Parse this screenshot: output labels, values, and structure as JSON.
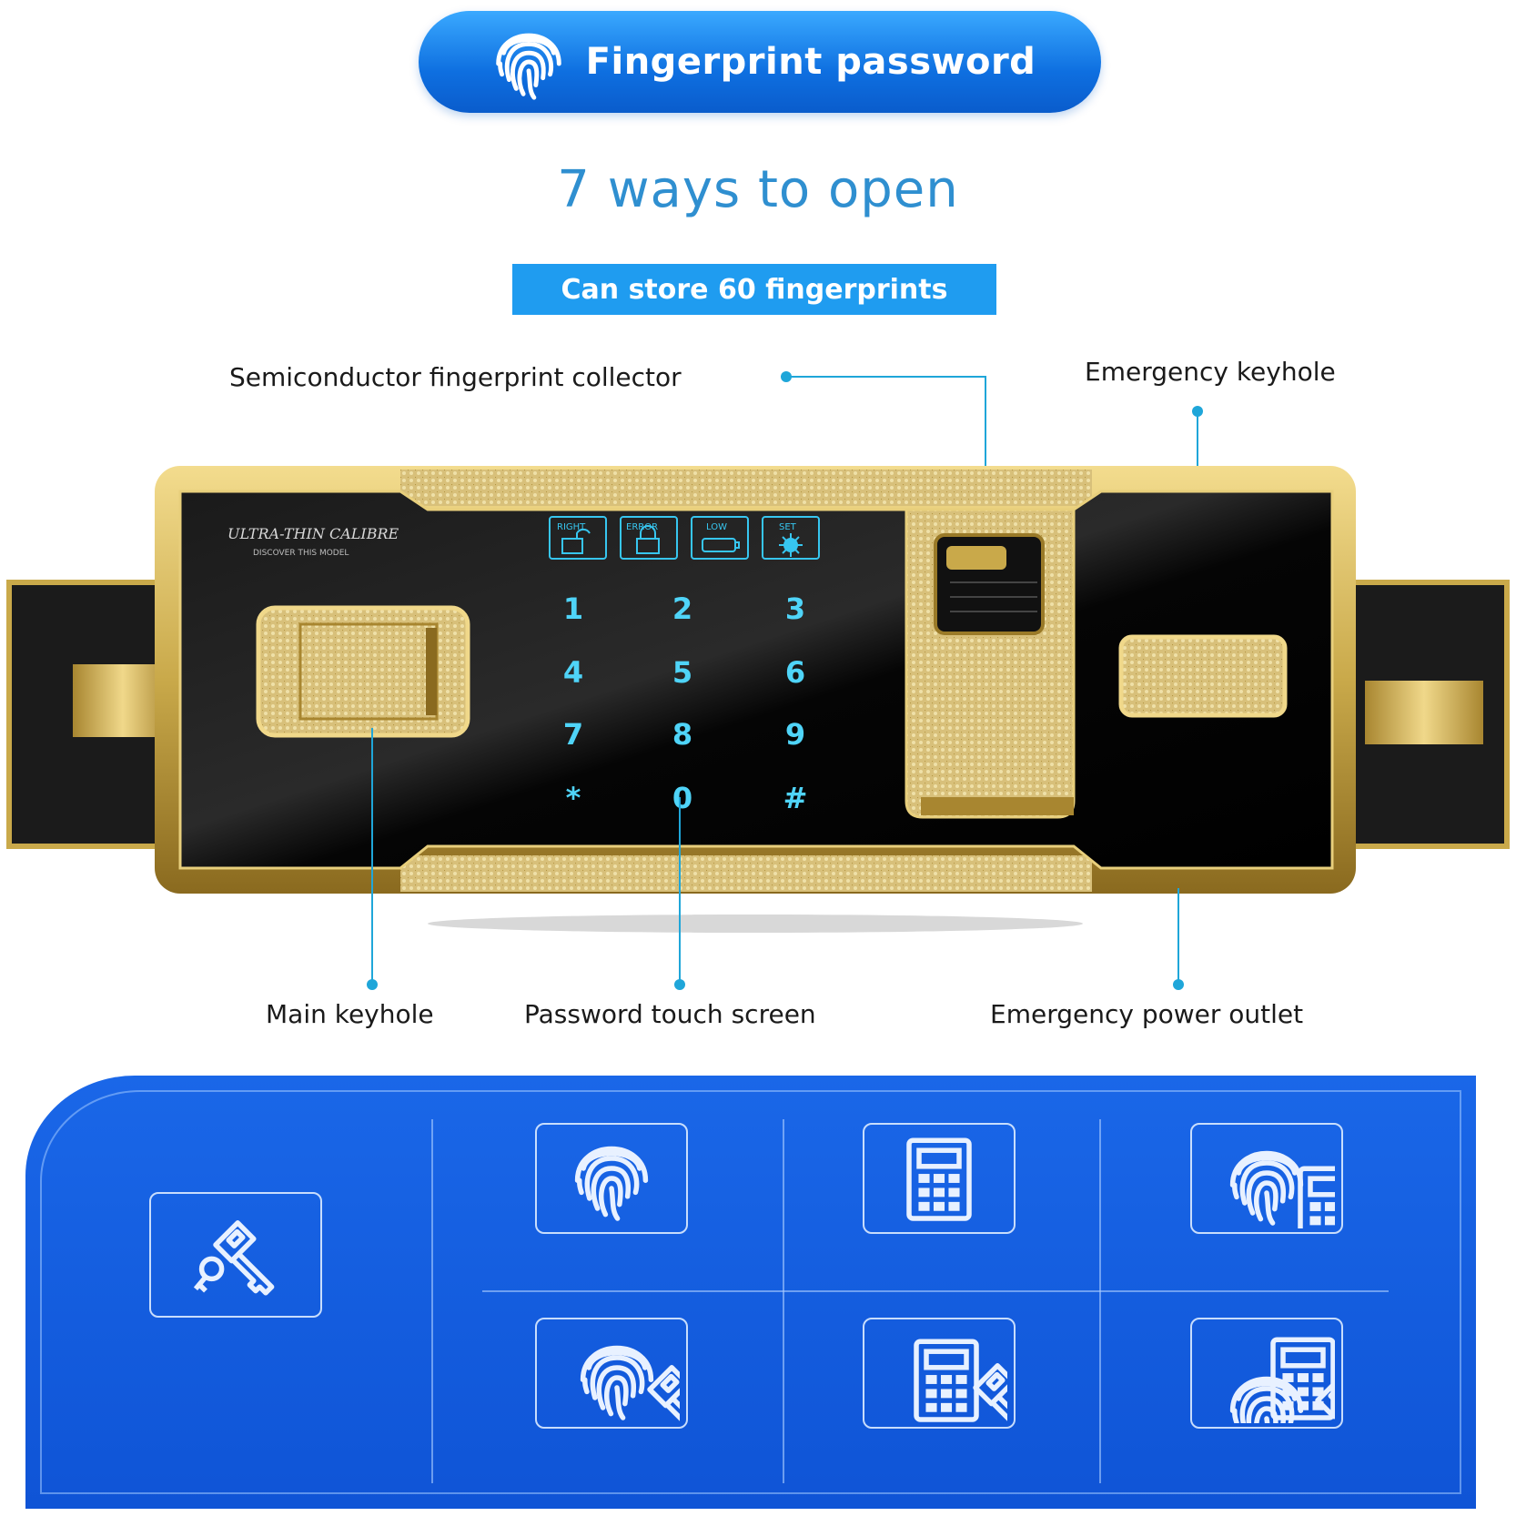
{
  "header": {
    "title": "Fingerprint password",
    "icon": "fingerprint-icon"
  },
  "subtitle": "7 ways to open",
  "capacity": "Can store 60 fingerprints",
  "device": {
    "brand": "ULTRA-THIN CALIBRE",
    "tagline": "DISCOVER THIS MODEL",
    "status_icons": [
      {
        "label": "RIGHT",
        "icon": "unlocked-icon"
      },
      {
        "label": "ERROR",
        "icon": "locked-icon"
      },
      {
        "label": "LOW",
        "icon": "battery-icon"
      },
      {
        "label": "SET",
        "icon": "settings-icon"
      }
    ],
    "keys": [
      "1",
      "2",
      "3",
      "4",
      "5",
      "6",
      "7",
      "8",
      "9",
      "*",
      "0",
      "#"
    ],
    "colors": {
      "gold": "#c9a94a",
      "panel": "#0b0b0b",
      "glow": "#37c6f0"
    }
  },
  "callouts": {
    "fingerprint_collector": "Semiconductor fingerprint collector",
    "emergency_keyhole": "Emergency keyhole",
    "main_keyhole": "Main keyhole",
    "touch_screen": "Password touch screen",
    "power_outlet": "Emergency power outlet"
  },
  "methods": [
    {
      "name": "key",
      "icon": "key-icon"
    },
    {
      "name": "fingerprint",
      "icon": "fingerprint-icon"
    },
    {
      "name": "password",
      "icon": "keypad-icon"
    },
    {
      "name": "fingerprint-password",
      "icon": "fingerprint-keypad-icon"
    },
    {
      "name": "fingerprint-key",
      "icon": "fingerprint-key-icon"
    },
    {
      "name": "password-key",
      "icon": "keypad-key-icon"
    },
    {
      "name": "fingerprint-password-key",
      "icon": "fingerprint-keypad-key-icon"
    }
  ],
  "colors": {
    "accent": "#1f9cf0",
    "panel_blue": "#1460e0",
    "callout_line": "#1fa6d9"
  }
}
